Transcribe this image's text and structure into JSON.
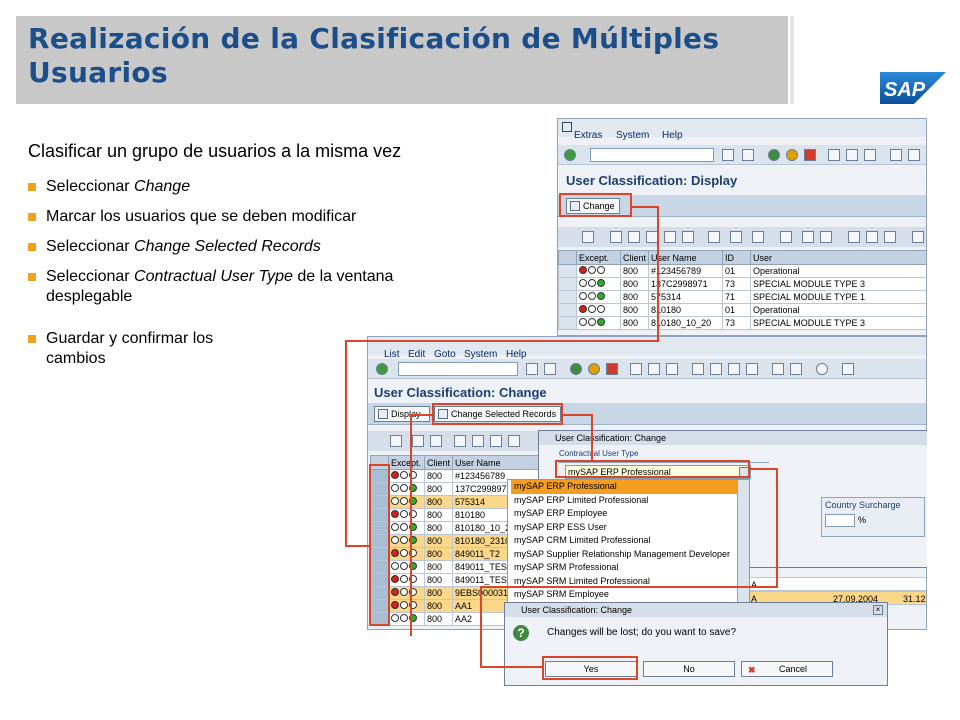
{
  "slide": {
    "title": "Realización de la Clasificación de Múltiples Usuarios",
    "logo": "SAP",
    "heading": "Clasificar un grupo de usuarios a la misma vez",
    "bullets": [
      {
        "plain_before": "Seleccionar ",
        "italic": "Change",
        "plain_after": ""
      },
      {
        "plain_before": "Marcar los usuarios que se deben modificar",
        "italic": "",
        "plain_after": ""
      },
      {
        "plain_before": "Seleccionar ",
        "italic": "Change Selected Records",
        "plain_after": ""
      },
      {
        "plain_before": "Seleccionar ",
        "italic": "Contractual User Type",
        "plain_after": " de la ventana",
        "line2": "desplegable"
      },
      {
        "plain_before": "Guardar y confirmar los",
        "italic": "",
        "plain_after": "",
        "line2": "cambios"
      }
    ],
    "accent_color": "#f0a21d",
    "title_color": "#1c4e8a",
    "highlight_color": "#d9462a"
  },
  "display_window": {
    "menu": [
      "Extras",
      "System",
      "Help"
    ],
    "screen_title": "User Classification: Display",
    "change_button": "Change",
    "columns": [
      "Except.",
      "Client",
      "User Name",
      "ID",
      "User"
    ],
    "rows": [
      {
        "lights": "red",
        "client": "800",
        "user_name": "#123456789",
        "id": "01",
        "user": "Operational"
      },
      {
        "lights": "green",
        "client": "800",
        "user_name": "137C2998971",
        "id": "73",
        "user": "SPECIAL MODULE TYPE 3"
      },
      {
        "lights": "green",
        "client": "800",
        "user_name": "575314",
        "id": "71",
        "user": "SPECIAL MODULE TYPE 1"
      },
      {
        "lights": "red",
        "client": "800",
        "user_name": "810180",
        "id": "01",
        "user": "Operational"
      },
      {
        "lights": "green",
        "client": "800",
        "user_name": "810180_10_20",
        "id": "73",
        "user": "SPECIAL MODULE TYPE 3"
      }
    ]
  },
  "change_window": {
    "menu": [
      "List",
      "Edit",
      "Goto",
      "System",
      "Help"
    ],
    "screen_title": "User Classification: Change",
    "display_button": "Display",
    "change_selected_button": "Change Selected Records",
    "columns": [
      "Except.",
      "Client",
      "User Name"
    ],
    "rows": [
      {
        "lights": "red",
        "client": "800",
        "user_name": "#123456789",
        "hl": false
      },
      {
        "lights": "green",
        "client": "800",
        "user_name": "137C2998971",
        "hl": false
      },
      {
        "lights": "green",
        "client": "800",
        "user_name": "575314",
        "hl": true
      },
      {
        "lights": "red",
        "client": "800",
        "user_name": "810180",
        "hl": false
      },
      {
        "lights": "green",
        "client": "800",
        "user_name": "810180_10_20",
        "hl": false
      },
      {
        "lights": "green",
        "client": "800",
        "user_name": "810180_2310",
        "hl": true
      },
      {
        "lights": "red",
        "client": "800",
        "user_name": "849011_T2",
        "hl": true
      },
      {
        "lights": "green",
        "client": "800",
        "user_name": "849011_TEST",
        "hl": false
      },
      {
        "lights": "red",
        "client": "800",
        "user_name": "849011_TEST",
        "hl": false
      },
      {
        "lights": "red",
        "client": "800",
        "user_name": "9EBS000031",
        "hl": true
      },
      {
        "lights": "red",
        "client": "800",
        "user_name": "AA1",
        "hl": true
      },
      {
        "lights": "green",
        "client": "800",
        "user_name": "AA2",
        "hl": false
      }
    ],
    "right_cells": [
      {
        "a": "A",
        "date": "",
        "extra": ""
      },
      {
        "a": "A",
        "date": "27.09.2004",
        "extra": "31.12"
      }
    ]
  },
  "classification_dialog": {
    "title": "User Classification: Change",
    "group_label": "Contractual User Type",
    "selected_value": "mySAP ERP Professional",
    "options": [
      "mySAP ERP Professional",
      "mySAP ERP Limited Professional",
      "mySAP ERP Employee",
      "mySAP ERP ESS User",
      "mySAP CRM Limited Professional",
      "mySAP Supplier Relationship Management Developer",
      "mySAP SRM Professional",
      "mySAP SRM Limited Professional",
      "mySAP SRM Employee"
    ],
    "country_surcharge_label": "Country Surcharge",
    "percent_sign": "%"
  },
  "confirm_dialog": {
    "title": "User Classification: Change",
    "message": "Changes will be lost; do you want to save?",
    "yes": "Yes",
    "no": "No",
    "cancel": "Cancel"
  }
}
